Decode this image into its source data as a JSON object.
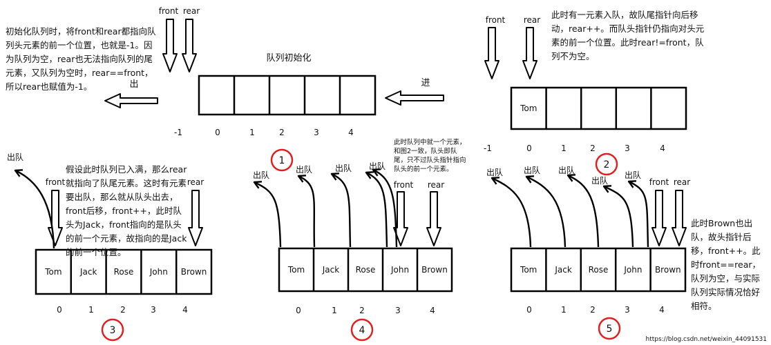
{
  "title": "队列初始化",
  "labels": {
    "front": "front",
    "rear": "rear",
    "enqueue": "进",
    "dequeue": "出",
    "dequeue_queue": "出队"
  },
  "notes": {
    "d1": "初始化队列时，将front和rear都指向队列头元素的前一个位置，也就是-1。因为队列为空，rear也无法指向队列的尾元素，又队列为空时，rear==front，所以rear也赋值为-1。",
    "d2": "此时有一元素入队，故队尾指针向后移动，rear++。而队头指针仍指向对头元素的前一个位置。此时rear!=front，队列不为空。",
    "d3": "假设此时队列已入满，那么rear就指向了队尾元素。这时有元素要出队，那么就从队头出去，front后移，front++，此时队头为Jack，front指向的是队头的前一个元素，故指向的是Jack 的前一个位置。",
    "d4": "此时队列中就一个元素，和图2一致，队头即队尾，只不过队头指针指向队头的前一个元素。",
    "d5": "此时Brown也出队，故头指针后移，front++。此时front==rear，队列为空，与实际队列实际情况恰好相符。"
  },
  "diagrams": [
    {
      "number": "1",
      "cells": [
        "",
        "",
        "",
        "",
        ""
      ],
      "indices": [
        "-1",
        "0",
        "1",
        "2",
        "3",
        "4"
      ]
    },
    {
      "number": "2",
      "cells": [
        "Tom",
        "",
        "",
        "",
        ""
      ],
      "indices": [
        "-1",
        "0",
        "1",
        "2",
        "3",
        "4"
      ]
    },
    {
      "number": "3",
      "cells": [
        "Tom",
        "Jack",
        "Rose",
        "John",
        "Brown"
      ],
      "indices": [
        "0",
        "1",
        "2",
        "3",
        "4"
      ]
    },
    {
      "number": "4",
      "cells": [
        "Tom",
        "Jack",
        "Rose",
        "John",
        "Brown"
      ],
      "indices": [
        "0",
        "1",
        "2",
        "3",
        "4"
      ]
    },
    {
      "number": "5",
      "cells": [
        "Tom",
        "Jack",
        "Rose",
        "John",
        "Brown"
      ],
      "indices": [
        "0",
        "1",
        "2",
        "3",
        "4"
      ]
    }
  ],
  "watermark": "https://blog.csdn.net/weixin_44091531",
  "colors": {
    "badge": "#e02020",
    "line": "#000000"
  }
}
